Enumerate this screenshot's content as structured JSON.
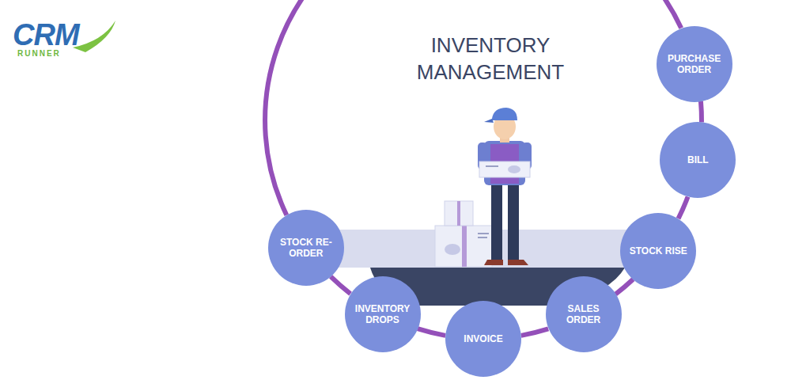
{
  "diagram": {
    "title": "INVENTORY MANAGEMENT",
    "nodes": [
      {
        "text": [
          "PURCHASE ORDER"
        ]
      },
      {
        "text": [
          "BILL"
        ]
      },
      {
        "text": [
          "STOCK RISE"
        ]
      },
      {
        "text": [
          "SALES ORDER"
        ]
      },
      {
        "text": [
          "INVOICE"
        ]
      },
      {
        "text": [
          "INVENTORY DROPS"
        ]
      },
      {
        "text": [
          "STOCK RE-ORDER"
        ]
      }
    ],
    "edges": [
      {
        "from": 0,
        "to": 1,
        "arrow": "none"
      },
      {
        "from": 1,
        "to": 2,
        "arrow": "none"
      },
      {
        "from": 2,
        "to": 3,
        "arrow": "none"
      },
      {
        "from": 3,
        "to": 4,
        "arrow": "none"
      },
      {
        "from": 4,
        "to": 5,
        "arrow": "none"
      },
      {
        "from": 5,
        "to": 6,
        "arrow": "none"
      },
      {
        "from": 6,
        "to": 0,
        "arrow": "none"
      }
    ],
    "labels": [
      "CRM",
      "RUNNER"
    ]
  }
}
